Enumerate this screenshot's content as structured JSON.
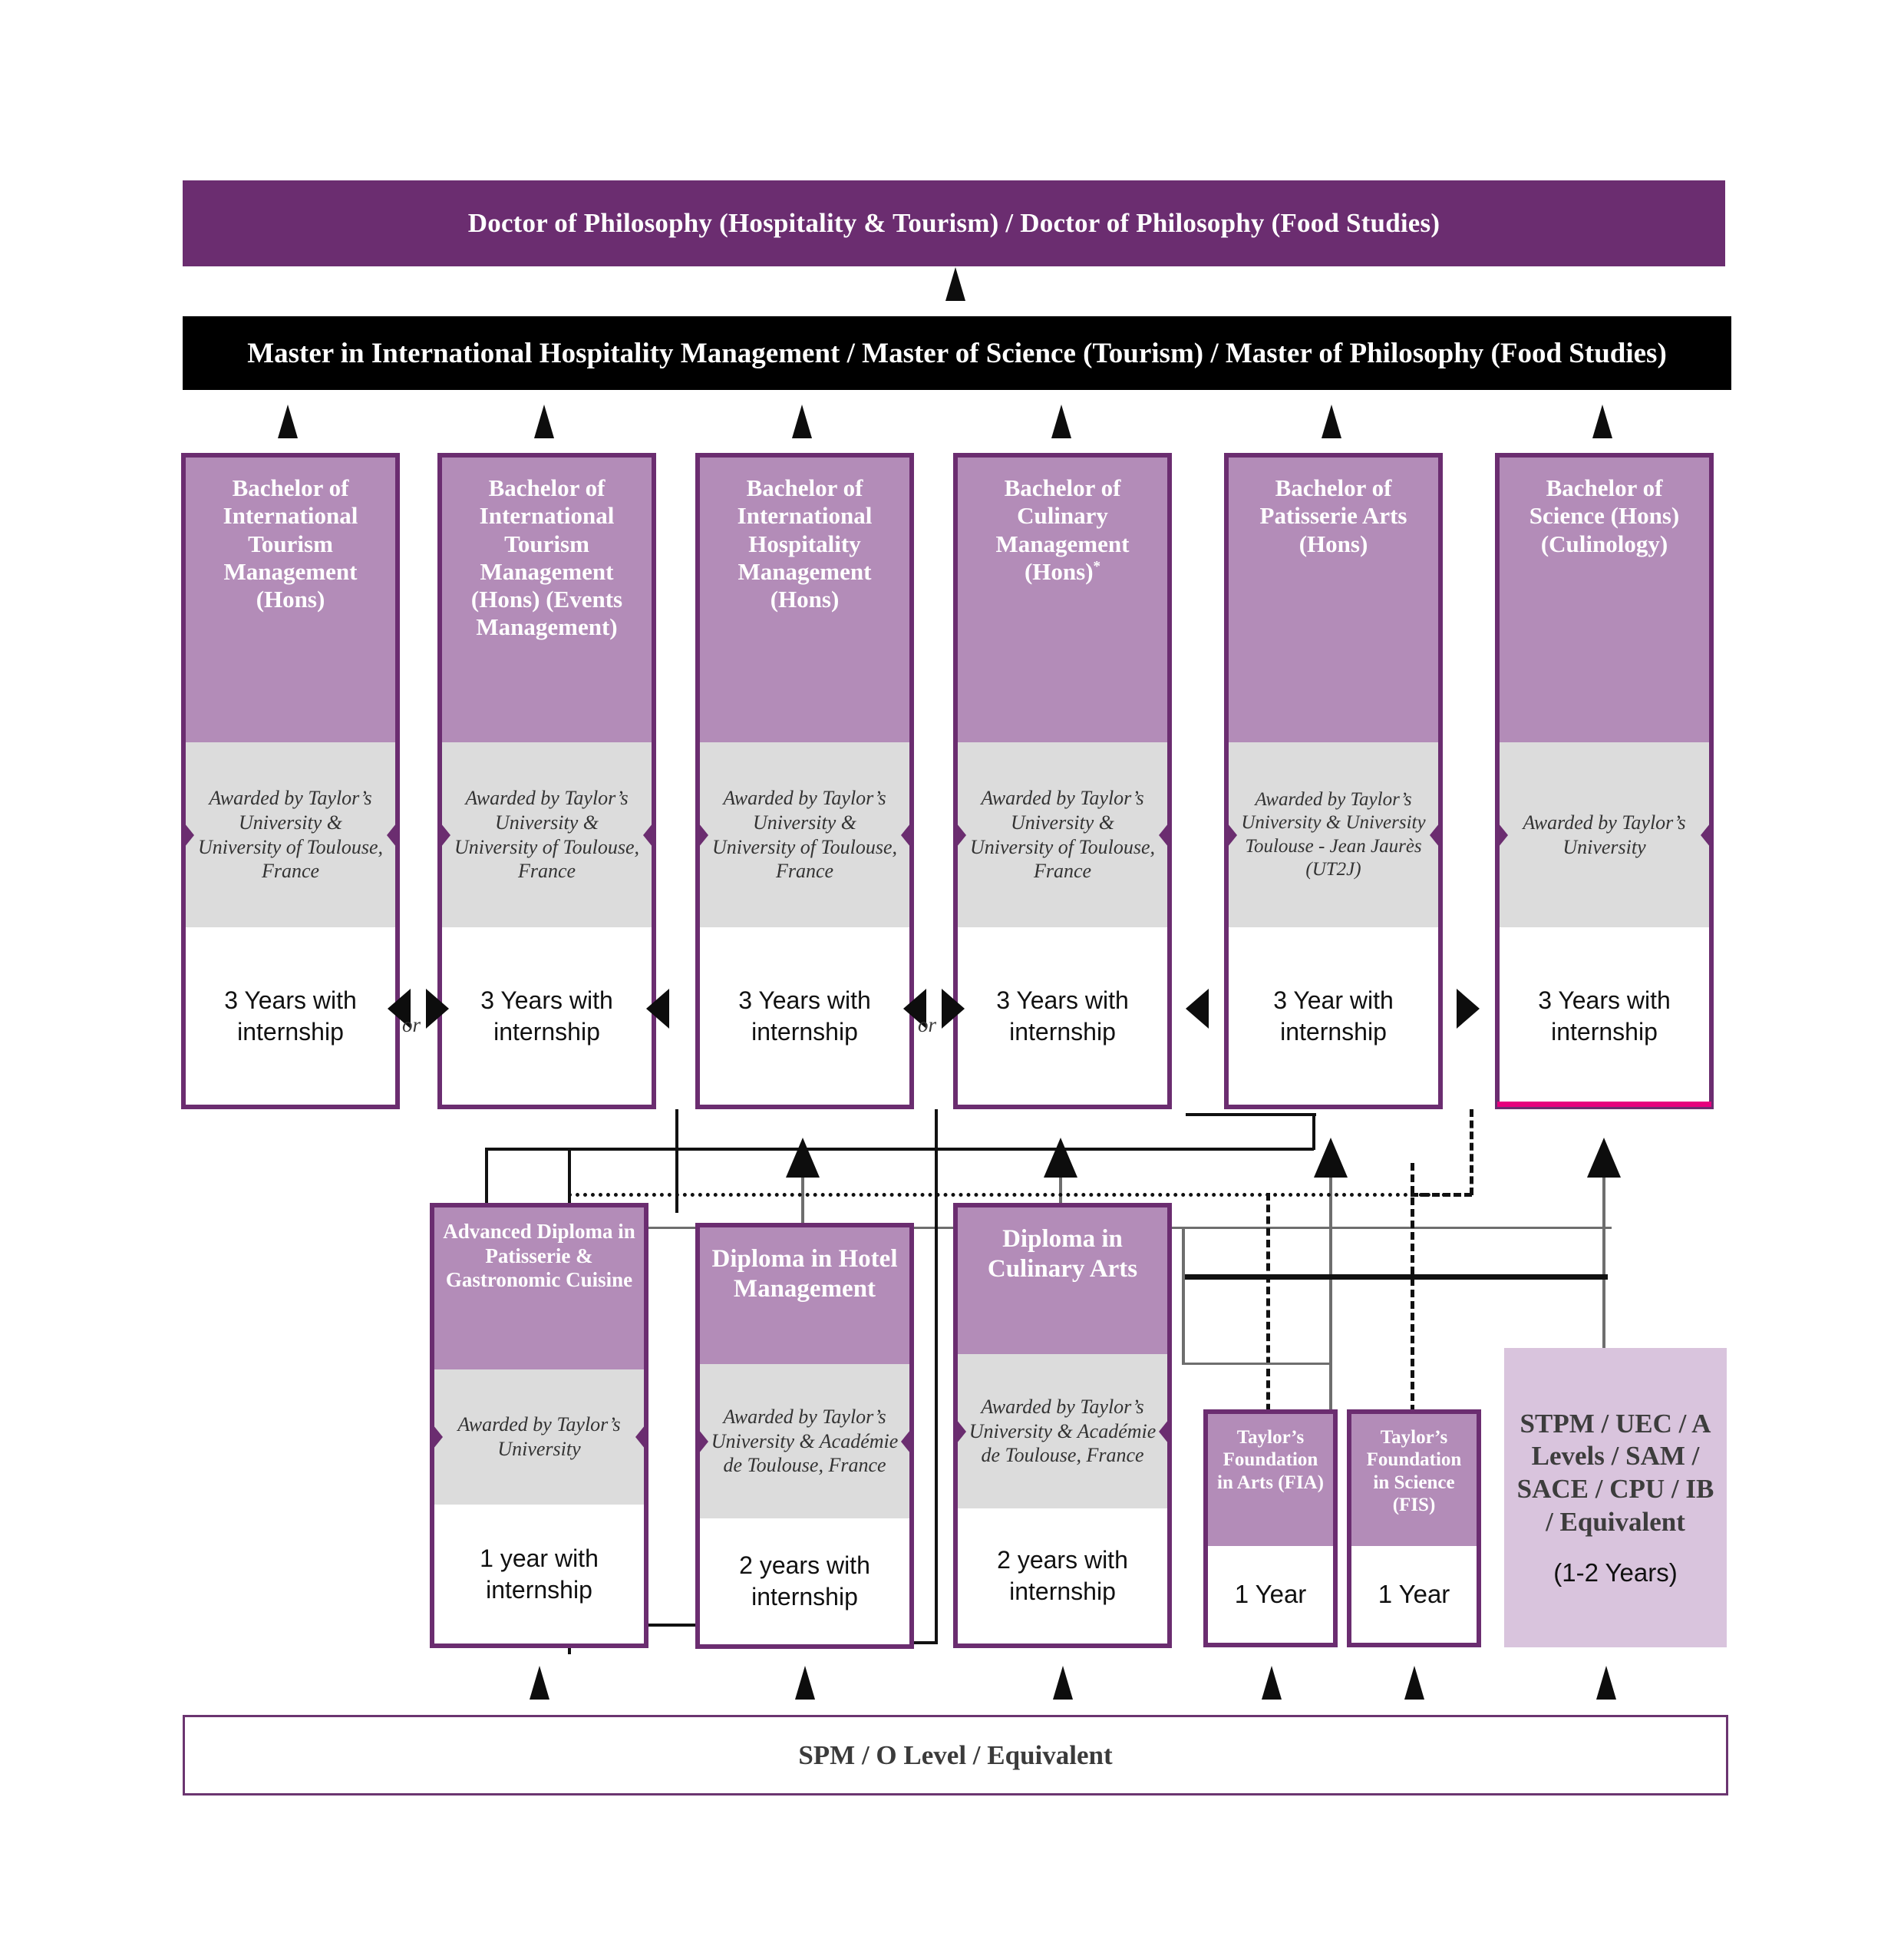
{
  "diagram": {
    "title_top": "Doctor of Philosophy (Hospitality & Tourism) / Doctor of Philosophy (Food Studies)",
    "title_master": "Master in International Hospitality Management / Master of Science (Tourism) / Master of Philosophy (Food Studies)",
    "base_entry": "SPM / O Level / Equivalent",
    "or_label_1": "or",
    "or_label_2": "or",
    "colors": {
      "phd_bar": "#6b2d70",
      "master_bar": "#000000",
      "card_header": "#b38cb8",
      "card_border": "#6b2d70",
      "awarded_band": "#dcdcdc",
      "entry_box": "#d9c4dd",
      "accent_magenta": "#e6007e"
    }
  },
  "bachelors": [
    {
      "title": "Bachelor of International Tourism Management (Hons)",
      "awarded": "Awarded by Taylor’s University & University of Toulouse, France",
      "duration": "3 Years with internship"
    },
    {
      "title": "Bachelor of International Tourism Management (Hons) (Events Management)",
      "awarded": "Awarded by Taylor’s University & University of Toulouse, France",
      "duration": "3 Years with internship"
    },
    {
      "title": "Bachelor of International Hospitality Management (Hons)",
      "awarded": "Awarded by Taylor’s University & University of Toulouse, France",
      "duration": "3 Years with internship"
    },
    {
      "title": "Bachelor of Culinary Management (Hons)",
      "title_superscript": "*",
      "awarded": "Awarded by Taylor’s University & University of Toulouse, France",
      "duration": "3 Years with internship"
    },
    {
      "title": "Bachelor of Patisserie Arts (Hons)",
      "awarded": "Awarded by Taylor’s University & University Toulouse - Jean Jaurès (UT2J)",
      "duration": "3 Year with internship"
    },
    {
      "title": "Bachelor of Science (Hons) (Culinology)",
      "awarded": "Awarded by Taylor’s University",
      "duration": "3 Years with internship"
    }
  ],
  "diplomas": [
    {
      "title": "Advanced Diploma in Patisserie & Gastronomic Cuisine",
      "awarded": "Awarded by Taylor’s University",
      "duration": "1 year with internship"
    },
    {
      "title": "Diploma in Hotel Management",
      "awarded": "Awarded by Taylor’s University & Académie de Toulouse, France",
      "duration": "2 years with internship"
    },
    {
      "title": "Diploma in Culinary Arts",
      "awarded": "Awarded by Taylor’s University & Académie de Toulouse, France",
      "duration": "2 years with internship"
    }
  ],
  "foundations": [
    {
      "title": "Taylor’s Foundation in Arts (FIA)",
      "duration": "1 Year"
    },
    {
      "title": "Taylor’s Foundation in Science (FIS)",
      "duration": "1 Year"
    }
  ],
  "pre_u": {
    "title": "STPM / UEC / A Levels / SAM / SACE / CPU / IB / Equivalent",
    "duration": "(1-2 Years)"
  }
}
